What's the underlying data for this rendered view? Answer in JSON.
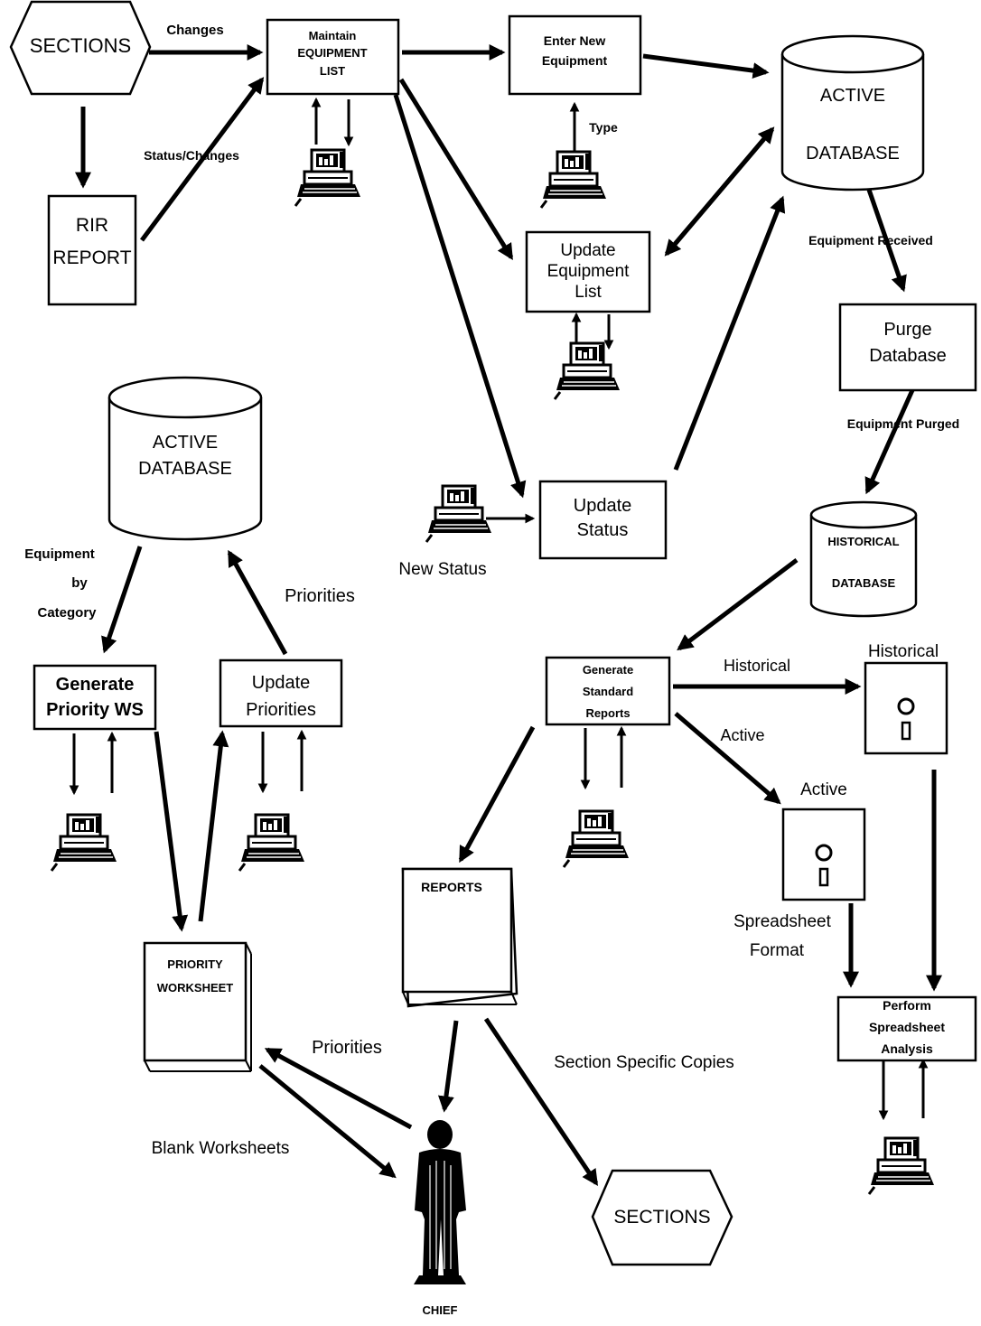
{
  "sections_top": "SECTIONS",
  "changes_label": "Changes",
  "maintain_equipment_list": [
    "Maintain",
    "EQUIPMENT",
    "LIST"
  ],
  "enter_new_equipment": [
    "Enter New",
    "Equipment"
  ],
  "active_database_top": [
    "ACTIVE",
    "DATABASE"
  ],
  "status_changes_label": "Status/Changes",
  "type_label": "Type",
  "rir_report": [
    "RIR",
    "REPORT"
  ],
  "update_equipment_list": [
    "Update",
    "Equipment",
    "List"
  ],
  "equipment_received_label": "Equipment Received",
  "purge_database": [
    "Purge",
    "Database"
  ],
  "equipment_purged_label": "Equipment Purged",
  "active_database_left": [
    "ACTIVE",
    "DATABASE"
  ],
  "update_status": [
    "Update",
    "Status"
  ],
  "new_status_label": "New Status",
  "historical_database": [
    "HISTORICAL",
    "DATABASE"
  ],
  "equipment_by_category_label": [
    "Equipment",
    "by",
    "Category"
  ],
  "priorities_upper_label": "Priorities",
  "generate_priority_ws": [
    "Generate",
    "Priority WS"
  ],
  "update_priorities": [
    "Update",
    "Priorities"
  ],
  "generate_standard_reports": [
    "Generate",
    "Standard",
    "Reports"
  ],
  "historical_arrow_label": "Historical",
  "historical_disk_label": "Historical",
  "active_arrow_label": "Active",
  "active_disk_label": "Active",
  "reports_label": "REPORTS",
  "priority_worksheet": [
    "PRIORITY",
    "WORKSHEET"
  ],
  "spreadsheet_format_label": [
    "Spreadsheet",
    "Format"
  ],
  "perform_spreadsheet_analysis": [
    "Perform",
    "Spreadsheet",
    "Analysis"
  ],
  "priorities_lower_label": "Priorities",
  "section_specific_copies_label": "Section Specific Copies",
  "blank_worksheets_label": "Blank Worksheets",
  "sections_bottom": "SECTIONS",
  "chief_label": "CHIEF"
}
